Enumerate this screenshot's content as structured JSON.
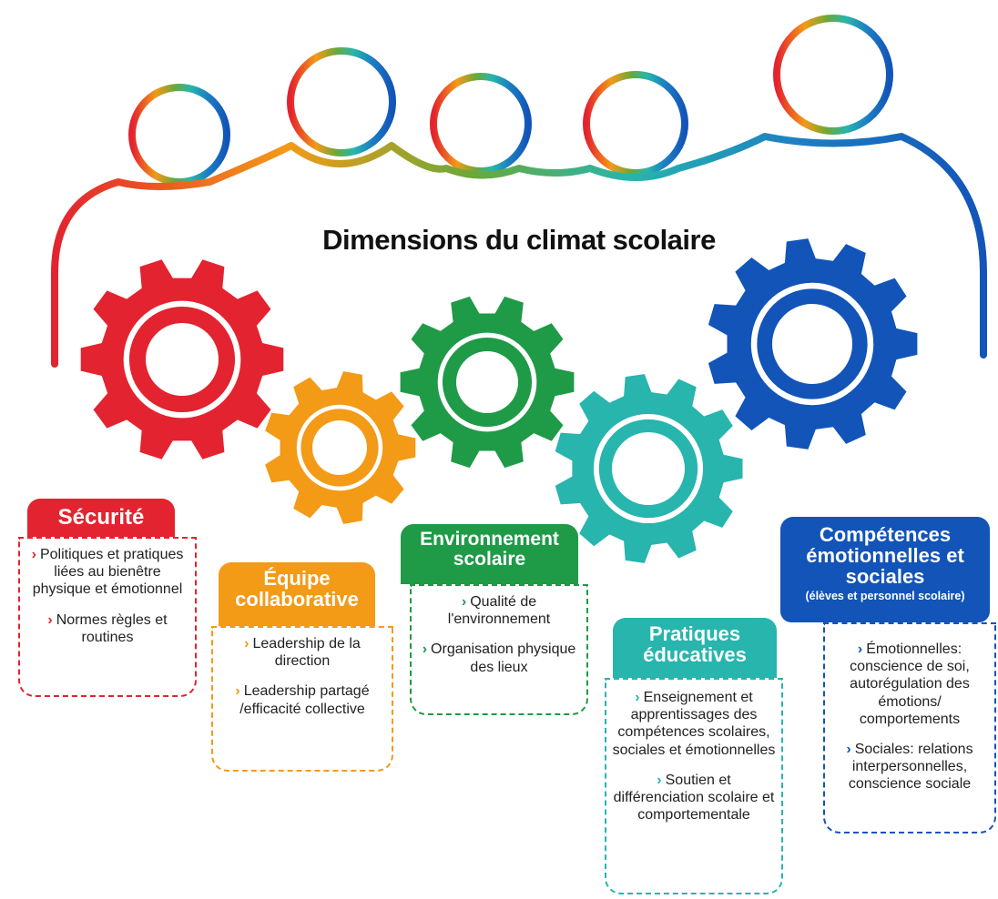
{
  "title": "Dimensions du climat scolaire",
  "colors": {
    "red": "#e3232f",
    "orange": "#f39a17",
    "green": "#1f9a47",
    "teal": "#27b5ad",
    "blue": "#1254b8",
    "title_text": "#111111"
  },
  "dimensions": [
    {
      "heading": "Sécurité",
      "items": [
        "Politiques et pratiques liées au bienêtre physique et émotionnel",
        "Normes règles et routines"
      ]
    },
    {
      "heading": "Équipe collaborative",
      "items": [
        "Leadership de la direction",
        "Leadership partagé /efficacité collective"
      ]
    },
    {
      "heading": "Environnement scolaire",
      "items": [
        "Qualité de l'environnement",
        "Organisation physique des lieux"
      ]
    },
    {
      "heading": "Pratiques éducatives",
      "items": [
        "Enseignement et apprentissages des compétences scolaires, sociales et émotionnelles",
        "Soutien et différenciation scolaire et comportementale"
      ]
    },
    {
      "heading": "Compétences émotionnelles et sociales",
      "subheading": "(élèves et personnel scolaire)",
      "items": [
        "Émotionnelles: conscience de soi, autorégulation des émotions/ comportements",
        "Sociales: relations interpersonnelles, conscience sociale"
      ]
    }
  ]
}
